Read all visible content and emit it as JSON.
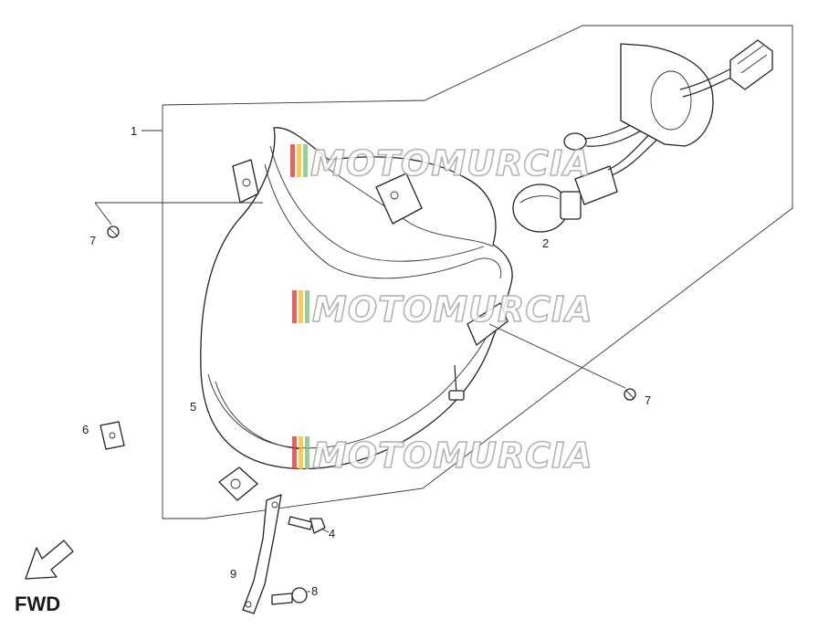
{
  "callouts": {
    "c1": "1",
    "c2": "2",
    "c4": "4",
    "c5": "5",
    "c6": "6",
    "c7a": "7",
    "c7b": "7",
    "c8": "8",
    "c9": "9"
  },
  "watermark": {
    "text": "MOTOMURCIA",
    "stripe_colors": [
      "#e23b3b",
      "#f2c230",
      "#7ec27e"
    ]
  },
  "direction": {
    "label": "FWD",
    "icon": "forward-arrow-icon"
  }
}
